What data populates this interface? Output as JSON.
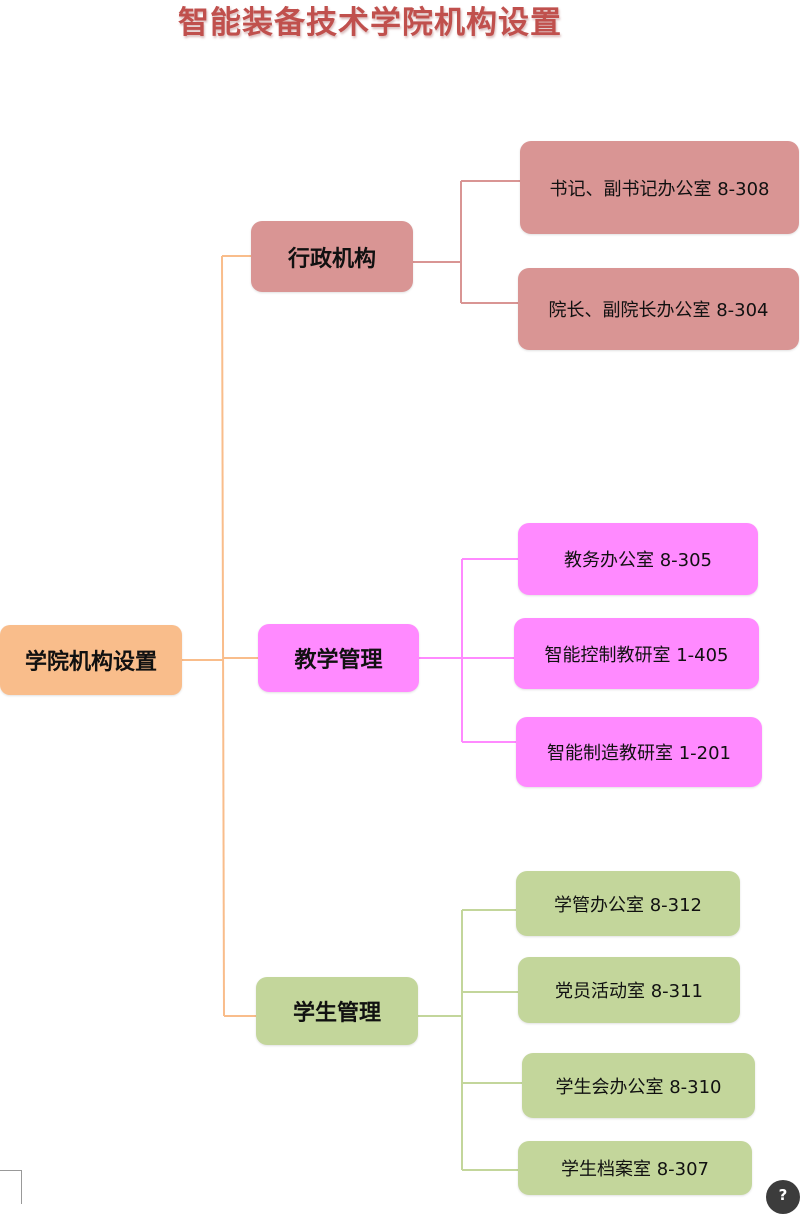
{
  "title": "智能装备技术学院机构设置",
  "colors": {
    "title": "#c0504d",
    "root": "#f9bd8b",
    "admin": "#d99594",
    "teaching": "#ff8aff",
    "student": "#c3d69b",
    "root_line": "#f9bd8b",
    "admin_line": "#d99594",
    "teaching_line": "#ff8aff",
    "student_line": "#c3d69b"
  },
  "root": {
    "label": "学院机构设置"
  },
  "branches": [
    {
      "label": "行政机构",
      "items": [
        "书记、副书记办公室 8-308",
        "院长、副院长办公室 8-304"
      ]
    },
    {
      "label": "教学管理",
      "items": [
        "教务办公室 8-305",
        "智能控制教研室 1-405",
        "智能制造教研室 1-201"
      ]
    },
    {
      "label": "学生管理",
      "items": [
        "学管办公室 8-312",
        "党员活动室 8-311",
        "学生会办公室 8-310",
        "学生档案室 8-307"
      ]
    }
  ],
  "icons": {
    "help": "help-icon"
  }
}
